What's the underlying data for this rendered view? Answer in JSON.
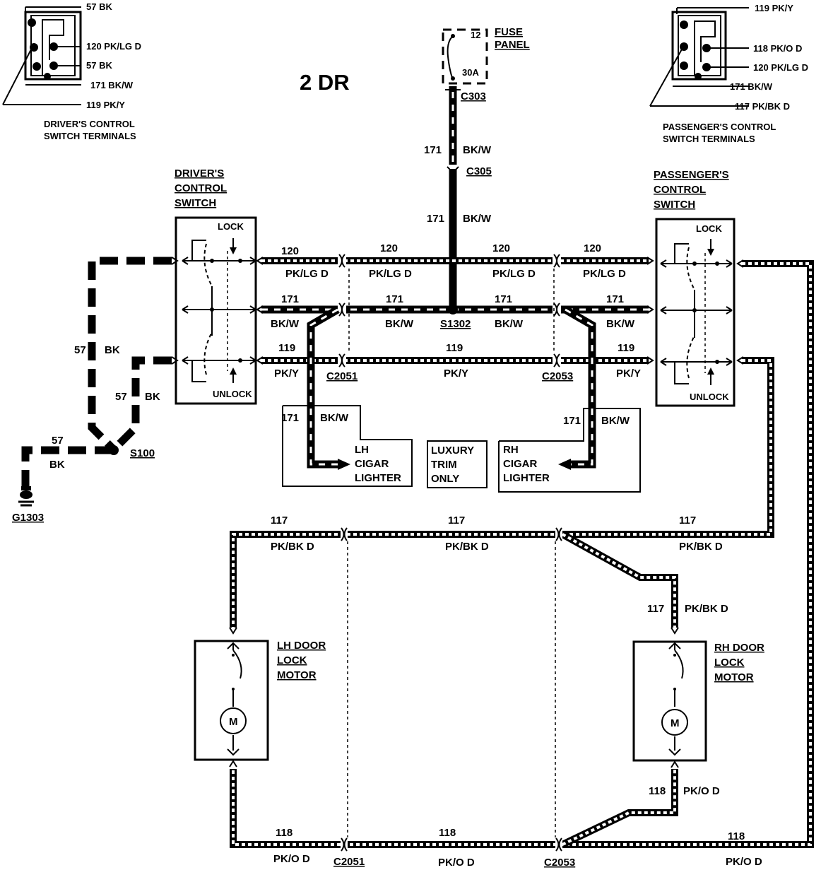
{
  "title": "2 DR",
  "terminals": {
    "driver": {
      "caption1": "DRIVER'S CONTROL",
      "caption2": "SWITCH TERMINALS",
      "wires": [
        "57 BK",
        "120 PK/LG D",
        "57 BK",
        "171 BK/W",
        "119 PK/Y"
      ]
    },
    "passenger": {
      "caption1": "PASSENGER'S CONTROL",
      "caption2": "SWITCH TERMINALS",
      "wires": [
        "119 PK/Y",
        "118 PK/O D",
        "120 PK/LG D",
        "171 BK/W",
        "117 PK/BK D"
      ]
    }
  },
  "fuse": {
    "label1": "FUSE",
    "label2": "PANEL",
    "number": "12",
    "rating": "30A"
  },
  "switches": {
    "driver": {
      "line1": "DRIVER'S",
      "line2": "CONTROL",
      "line3": "SWITCH",
      "lock": "LOCK",
      "unlock": "UNLOCK"
    },
    "passenger": {
      "line1": "PASSENGER'S",
      "line2": "CONTROL",
      "line3": "SWITCH",
      "lock": "LOCK",
      "unlock": "UNLOCK"
    }
  },
  "connectors": {
    "c303": "C303",
    "c305": "C305",
    "c2051": "C2051",
    "c2053": "C2053",
    "s1302": "S1302",
    "s100": "S100",
    "g1303": "G1303"
  },
  "wires": {
    "w57": "57",
    "bk": "BK",
    "w120": "120",
    "pklgd": "PK/LG D",
    "w171": "171",
    "bkw": "BK/W",
    "w119": "119",
    "pky": "PK/Y",
    "w117": "117",
    "pkbkd": "PK/BK D",
    "w118": "118",
    "pkod": "PK/O D"
  },
  "lighters": {
    "lh": {
      "line1": "LH",
      "line2": "CIGAR",
      "line3": "LIGHTER"
    },
    "rh": {
      "line1": "RH",
      "line2": "CIGAR",
      "line3": "LIGHTER"
    }
  },
  "luxury": {
    "line1": "LUXURY",
    "line2": "TRIM",
    "line3": "ONLY"
  },
  "motors": {
    "lh": {
      "line1": "LH DOOR",
      "line2": "LOCK",
      "line3": "MOTOR",
      "symbol": "M"
    },
    "rh": {
      "line1": "RH DOOR",
      "line2": "LOCK",
      "line3": "MOTOR",
      "symbol": "M"
    }
  }
}
